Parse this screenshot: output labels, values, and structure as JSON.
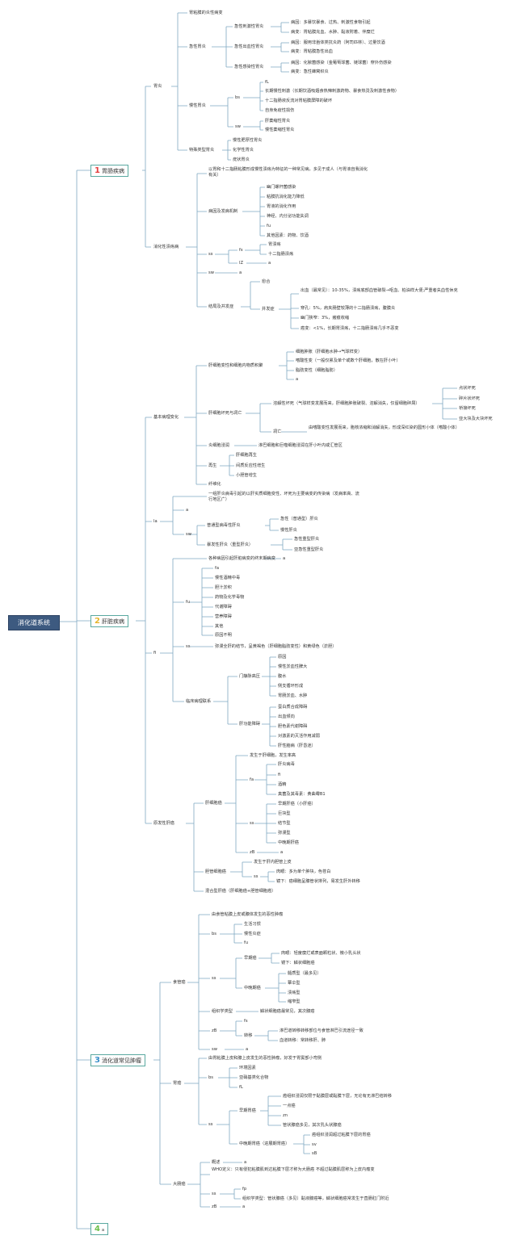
{
  "root": "消化道系统",
  "colors": {
    "c1": "#e33d3d",
    "c2": "#e5b52c",
    "c3": "#3a90c9",
    "c4": "#6cbf4a",
    "line": "#7fa8c2",
    "root_bg": "#3d5a80"
  },
  "c1": {
    "num": "1",
    "label": "胃肠疾病"
  },
  "c2": {
    "num": "2",
    "label": "肝脏疾病"
  },
  "c3": {
    "num": "3",
    "label": "消化道常见肿瘤"
  },
  "c4": {
    "num": "4",
    "note": "a"
  },
  "g": {
    "weiyan": "胃炎",
    "jiman": "胃粘膜的炎性病变",
    "jixing": "急性胃炎",
    "jc": "急性刺激性胃炎",
    "jc1": "病因：多暴饮暴食、过热、刺激性食物引起",
    "jc2": "病变：胃粘膜充血、水肿、黏液附着、伴糜烂",
    "jch": "急性出血性胃炎",
    "jch1": "病因：服用非甾体类抗炎药（阿司匹林）、过量饮酒",
    "jch2": "病变：胃粘膜急性出血",
    "jg": "急性感染性胃炎",
    "jg1": "病因：化脓菌感染（金葡萄球菌、链球菌）穿外伤感染",
    "jg2": "病变：急性蜂窝织炎",
    "man": "慢性胃炎",
    "mb": "bs",
    "mb1": "fL",
    "mb2": "长期慢性刺激（长期饮酒吸烟食热辣刺激药物、暴食热烫及刺激性食物）",
    "mb3": "十二指肠液反流对胃粘膜屏障的破坏",
    "mb4": "自身免疫性损伤",
    "mw": "sw",
    "mw1": "肝萎缩性胃炎",
    "mw2": "慢性萎缩性胃炎",
    "ts": "特殊类型胃炎",
    "ts1": "慢性肥厚性胃炎",
    "ts2": "化学性胃炎",
    "ts3": "疣状胃炎",
    "xk": "消化性溃疡病",
    "xk0": "以胃和十二指肠粘膜形成慢性溃疡为特征的一种常见病，多见于成人（与胃液自我消化有关）",
    "bj": "病因及发病机制",
    "bj1": "幽门螺杆菌感染",
    "bj2": "粘膜抗消化能力降低",
    "bj3": "胃液的消化作用",
    "bj4": "神经、内分泌功能失调",
    "bj5": "fu",
    "bj6": "其他因素：药物、饮酒",
    "ss": "ss",
    "fs": "fs",
    "fs1": "胃溃疡",
    "fs2": "十二指肠溃疡",
    "lz": "lZ",
    "lz1": "a",
    "sw2": "sw",
    "sw2a": "a",
    "jj": "结局及并发症",
    "yh": "愈合",
    "bf": "并发症",
    "bf1": "出血（最常见）：10-35%，溃疡底部血管破裂→呕血、柏油样大便;严重者失血性休克",
    "bf2": "穿孔：5%，肩夹肠壁较薄的十二指肠溃疡，腹膜炎",
    "bf3": "幽门狭窄：3%，瘢痕收缩",
    "bf4": "癌变：<1%，长期胃溃疡，十二指肠溃疡几乎不恶变"
  },
  "l": {
    "jb": "基本病理变化",
    "bx": "肝细胞变性和细胞内物质积聚",
    "bx1": "细胞肿胀（肝细胞水肿→气球样变）",
    "bx2": "嗜酸性变（一般仅累及单个或数个肝细胞，散在肝小叶）",
    "bx3": "脂肪变性（细胞脂肪）",
    "bx4": "a",
    "hs": "肝细胞坏死与凋亡",
    "rj": "溶解性坏死（气球样变发展而来，肝细胞肿胀破裂、溶解消失，仅留细胞碎屑）",
    "rj1": "点状坏死",
    "rj2": "碎片状坏死",
    "rj3": "桥接坏死",
    "rj4": "亚大块及大块坏死",
    "dw": "凋亡",
    "dw1": "由嗜酸变性发展而来，胞核浓缩和消解消失，形成深红染的圆形小体（嗜酸小体）",
    "yx": "炎细胞浸润",
    "yx1": "淋巴细胞和巨噬细胞浸润在肝小叶内或汇管区",
    "zs": "再生",
    "zs1": "肝细胞再生",
    "zs2": "间质反应性增生",
    "zs3": "小胆管增生",
    "xw": "纤维化",
    "la": "la",
    "la0": "一组肝炎病毒引起的以肝实质细胞变性、坏死为主要病变的传染病（发病率高、流行地区广）",
    "la1": "a",
    "la2": "sw",
    "pt": "普通型病毒性肝炎",
    "pt1": "急性（普通型）肝炎",
    "pt2": "慢性肝炎",
    "bf": "暴发性肝炎（重型肝炎）",
    "bf1": "急性重型肝炎",
    "bf2": "亚急性重型肝炎",
    "ly": "fi",
    "yh0": "各种病因引起肝脏病变的终末期病变",
    "yh0a": "a",
    "fu": "fu",
    "fu1": "fa",
    "fu2": "慢性酒精中毒",
    "fu3": "胆汁淤积",
    "fu4": "药物及化学毒物",
    "fu5": "代谢障碍",
    "fu6": "营养障碍",
    "fu7": "其他",
    "fu8": "原因不明",
    "ss": "ss",
    "ss1": "弥漫全肝的结节，呈黄褐色（肝细胞脂肪变性）和黄绿色（淤胆）",
    "lc": "临床病理联系",
    "mm": "门静脉高压",
    "mm1": "原因",
    "mm2": "慢性淤血性脾大",
    "mm3": "腹水",
    "mm4": "侧支循环形成",
    "mm5": "胃肠淤血、水肿",
    "gn": "肝功能障碍",
    "gn1": "蛋白质合成障碍",
    "gn2": "出血倾向",
    "gn3": "胆色素代谢障碍",
    "gn4": "对激素的灭活作用减弱",
    "gn5": "肝性脑病（肝昏迷）",
    "ya": "原发性肝癌",
    "xa": "肝细胞癌",
    "xa0": "发生于肝细胞，发生率高",
    "fa": "fa",
    "fa1": "肝炎病毒",
    "fa2": "fi",
    "fa3": "酒精",
    "fa4": "真菌及其毒素：黄曲霉B1",
    "sa": "ss",
    "sa1": "早期肝癌（小肝癌）",
    "sa2": "巨块型",
    "sa3": "结节型",
    "sa4": "弥漫型",
    "sa5": "中晚期肝癌",
    "zb": "zB",
    "zb1": "a",
    "dg": "胆管细胞癌",
    "dg0": "发生于肝内胆管上皮",
    "dg1": "ss",
    "dg2": "肉眼：多为单个肿块，色苍白",
    "dg3": "镜下：癌细胞呈腺管状排列，易发生肝外转移",
    "hh": "混合型肝癌（肝细胞癌+胆管细胞癌）"
  },
  "t": {
    "sg": "食管癌",
    "sg0": "由食管粘膜上皮或腺体发生的恶性肿瘤",
    "sgb": "bs",
    "sgb1": "生活习惯",
    "sgb2": "慢性炎症",
    "sgb3": "fu",
    "sgs": "ss",
    "zq": "早期癌",
    "zq1": "肉眼：轻度糜烂或表面颗粒状、微小乳头状",
    "zq2": "镜下：鳞状细胞癌",
    "zw": "中晚期癌",
    "zw1": "髓质型（最多见）",
    "zw2": "蕈伞型",
    "zw3": "溃疡型",
    "zw4": "缩窄型",
    "zz": "组织学类型",
    "zz1": "鳞状细胞癌最常见，其次腺癌",
    "zb": "zB",
    "zb1": "fs",
    "zy": "转移",
    "zy1": "淋巴道转移转移部位与食管淋巴引流途径一致",
    "zy2": "血道转移：常转移肝、肺",
    "sw": "sw",
    "sw1": "a",
    "wa": "胃癌",
    "wa0": "由胃粘膜上皮和腺上皮发生的恶性肿瘤，好发于胃窦部小弯侧",
    "wab": "bs",
    "wab1": "环境因素",
    "wab2": "亚硝基类化合物",
    "wab3": "fL",
    "was": "ss",
    "wzq": "早期胃癌",
    "wzq1": "癌组织浸润仅限于黏膜层或黏膜下层，无论有无淋巴结转移",
    "wzq2": "一点癌",
    "wzq3": "zn",
    "wzq4": "管状腺癌多见，其次乳头状腺癌",
    "wzw": "中晚期胃癌（进展期胃癌）",
    "wzw1": "癌组织浸润超过粘膜下层的胃癌",
    "wzw2": "sv",
    "wzw3": "sB",
    "dc": "大肠癌",
    "dc1": "概述",
    "dc1a": "a",
    "dc2": "WHO定义：只有侵犯粘膜肌到达粘膜下层才称为大肠癌 不超过黏膜肌层称为上皮内瘤变",
    "dc3": "ss",
    "dc3a": "fp",
    "dc3b": "组织学类型：管状腺癌（多见）黏液腺癌等，鳞状细胞癌常发生于直肠肛门附近",
    "dc4": "zB",
    "dc4a": "a"
  }
}
